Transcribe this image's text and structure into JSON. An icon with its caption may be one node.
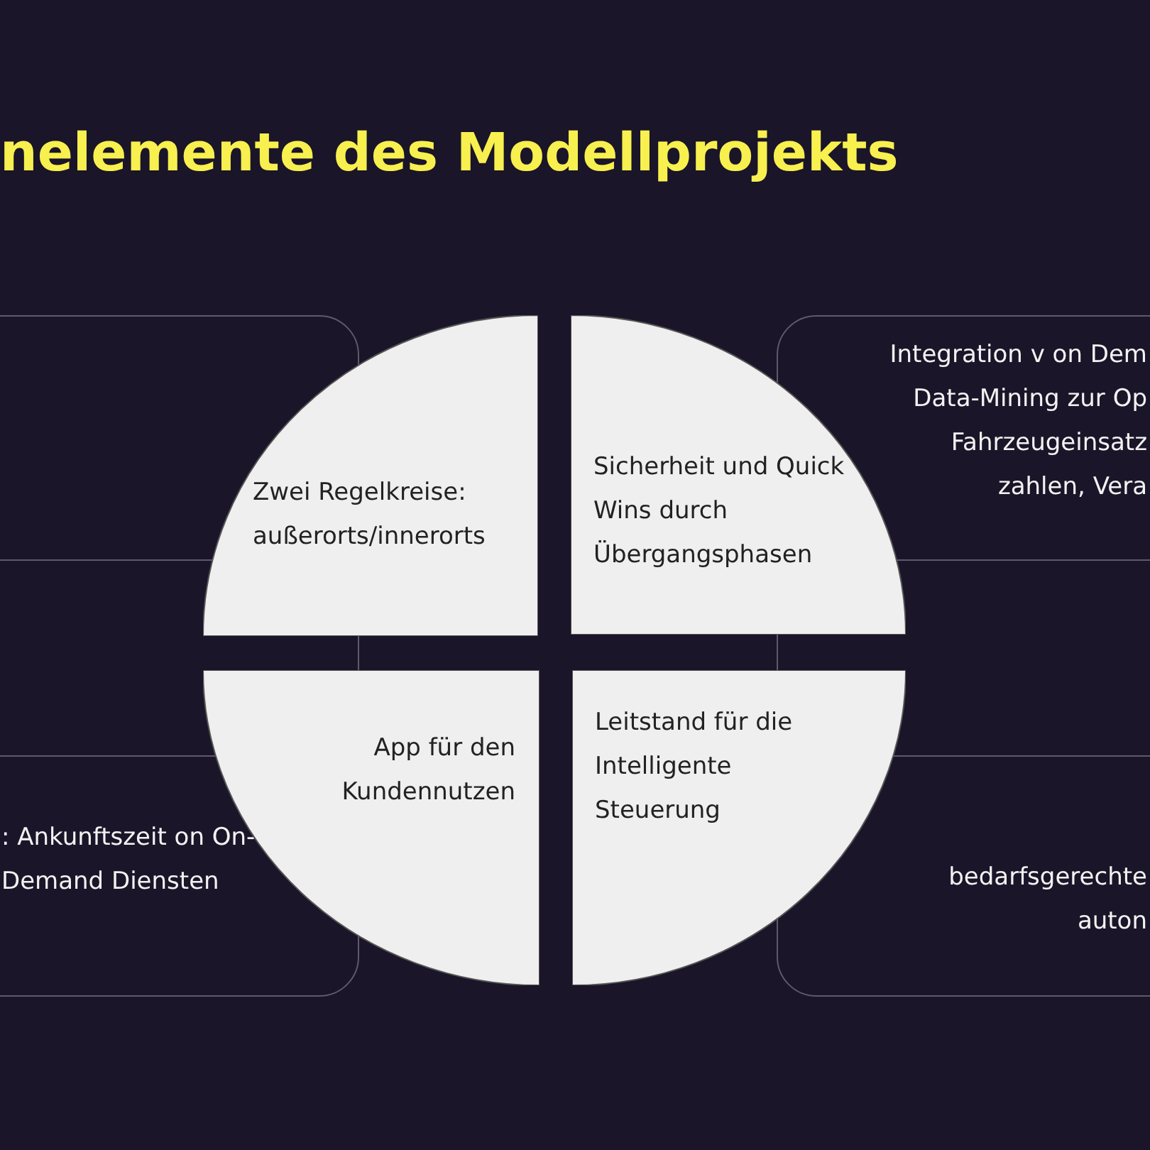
{
  "diagram": {
    "title": "nelemente des Modellprojekts",
    "nodes": [
      {
        "text": [
          ": Ankunftszeit on On-Demand Diensten"
        ]
      },
      {
        "text": [
          "Integration v on Dem Data-Mining zur Op Fahrzeugeinsatz zahlen, Vera",
          "bedarfsgerechte auton"
        ]
      },
      {
        "text": [
          "Zwei Regelkreise: außerorts/innerorts"
        ]
      },
      {
        "text": [
          "Sicherheit und Quick Wins durch Übergangsphasen"
        ]
      },
      {
        "text": [
          "App für den Kundennutzen"
        ]
      },
      {
        "text": [
          "Leitstand für die Intelligente Steuerung"
        ]
      }
    ]
  }
}
